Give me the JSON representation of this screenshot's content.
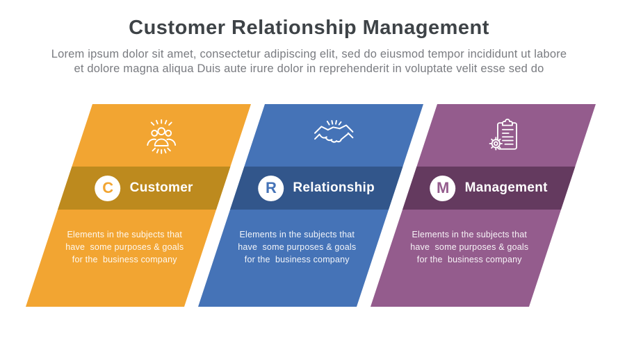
{
  "header": {
    "title": "Customer Relationship Management",
    "subtitle": "Lorem ipsum dolor sit amet, consectetur adipiscing elit, sed do eiusmod tempor incididunt ut labore\net dolore magna aliqua Duis aute irure dolor in reprehenderit in voluptate velit esse sed do"
  },
  "colors": {
    "background": "#ffffff",
    "title_text": "#3e4347",
    "subtitle_text": "#797b80",
    "card_text": "#ffffff"
  },
  "cards": [
    {
      "letter": "C",
      "title": "Customer",
      "description": "Elements in the subjects that\nhave  some purposes & goals\nfor the  business company",
      "color": "#f2a532",
      "band_color": "#bd8a1e",
      "icon": "people-group-icon"
    },
    {
      "letter": "R",
      "title": "Relationship",
      "description": "Elements in the subjects that\nhave  some purposes & goals\nfor the  business company",
      "color": "#4573b7",
      "band_color": "#32568b",
      "icon": "handshake-icon"
    },
    {
      "letter": "M",
      "title": "Management",
      "description": "Elements in the subjects that\nhave  some purposes & goals\nfor the  business company",
      "color": "#945c8d",
      "band_color": "#643a5f",
      "icon": "clipboard-gear-icon"
    }
  ]
}
